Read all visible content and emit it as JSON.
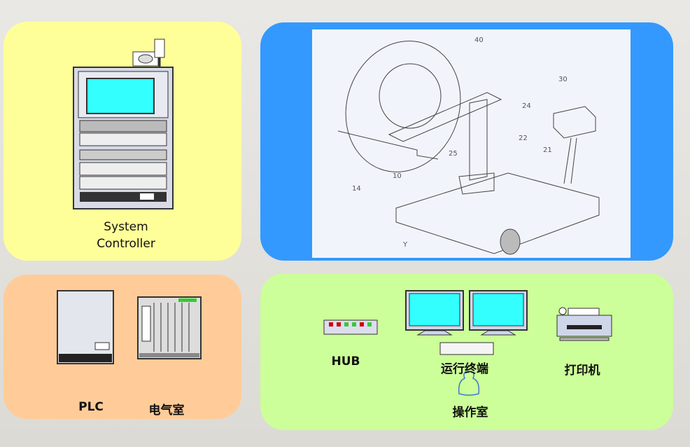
{
  "system_controller": {
    "label_line1": "System",
    "label_line2": "Controller"
  },
  "patent_drawing": {
    "part_numbers": [
      "40",
      "30",
      "24",
      "22",
      "21",
      "25",
      "10",
      "14",
      "Y"
    ]
  },
  "field_panel": {
    "plc_label": "PLC",
    "electrical_room_label": "电气室"
  },
  "operation_panel": {
    "hub_label": "HUB",
    "terminal_label": "运行终端",
    "printer_label": "打印机",
    "room_label": "操作室"
  },
  "colors": {
    "system_panel": "#ffff99",
    "image_panel": "#3399ff",
    "field_panel": "#ffcc99",
    "operation_panel": "#ccff99",
    "screen": "#33ffff"
  }
}
